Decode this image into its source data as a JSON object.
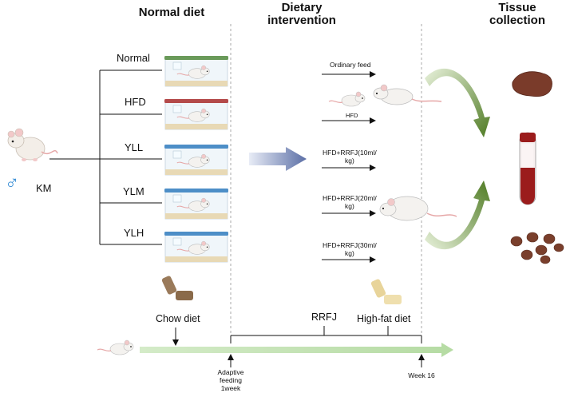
{
  "headers": {
    "normal_diet": "Normal diet",
    "dietary_intervention": [
      "Dietary",
      "intervention"
    ],
    "tissue_collection": [
      "Tissue",
      "collection"
    ]
  },
  "mouse": {
    "strain": "KM",
    "sex_symbol": "♂"
  },
  "groups": [
    "Normal",
    "HFD",
    "YLL",
    "YLM",
    "YLH"
  ],
  "cage_lid_colors": [
    "#6a9a5a",
    "#b44a4a",
    "#4d8ec7",
    "#4d8ec7",
    "#4d8ec7"
  ],
  "interventions": {
    "ordinary": "Ordinary feed",
    "hfd": "HFD",
    "rrfj10": [
      "HFD+RRFJ(10ml/",
      "kg)"
    ],
    "rrfj20": [
      "HFD+RRFJ(20ml/",
      "kg)"
    ],
    "rrfj30": [
      "HFD+RRFJ(30ml/",
      "kg)"
    ]
  },
  "timeline": {
    "chow": "Chow diet",
    "rrfj": "RRFJ",
    "high_fat": "High-fat diet",
    "adaptive": [
      "Adaptive",
      "feeding",
      "1week"
    ],
    "week16": "Week 16"
  },
  "colors": {
    "arrow_green": "#4e7a22",
    "timeline_green": "#bfe0b0",
    "big_arrow_blue": "#5b6fa6",
    "liver": "#7a3b2a",
    "blood": "#9b1c1c",
    "feces": "#7a3f2c"
  }
}
